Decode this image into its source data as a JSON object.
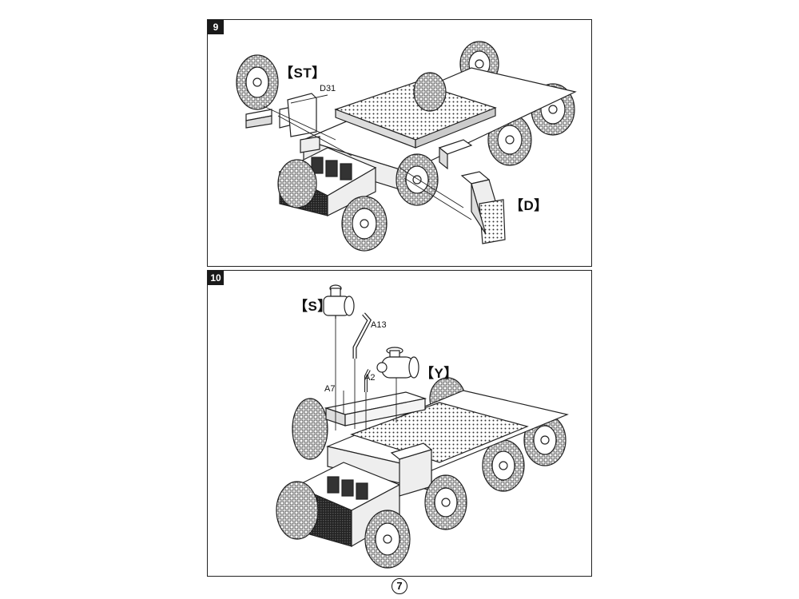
{
  "steps": [
    {
      "number": "9",
      "callouts": [
        "【ST】",
        "【D】"
      ],
      "parts": [
        "D31"
      ]
    },
    {
      "number": "10",
      "callouts": [
        "【S】",
        "【Y】"
      ],
      "parts": [
        "A13",
        "A2",
        "A7"
      ]
    }
  ],
  "page_number": "7",
  "ink_color": "#1a1a1a"
}
